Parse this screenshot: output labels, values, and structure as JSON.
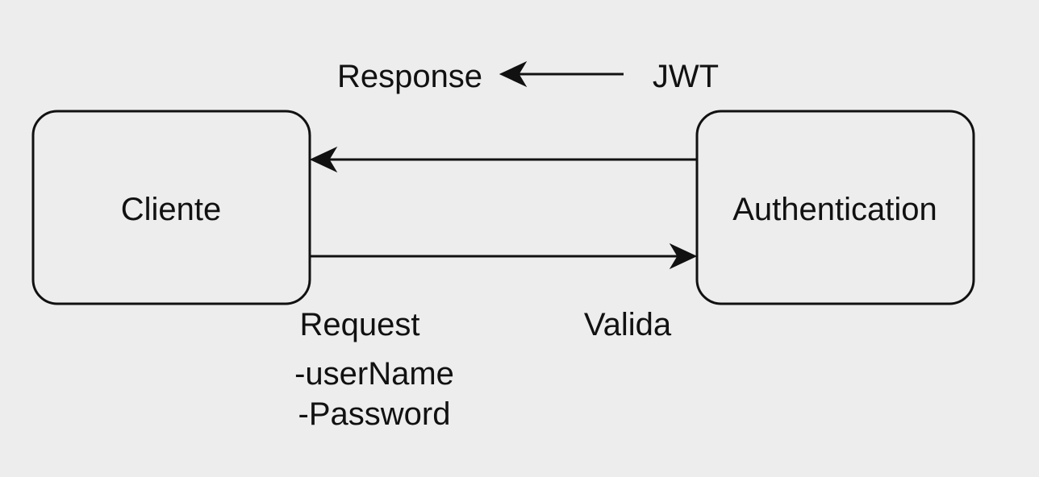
{
  "nodes": {
    "cliente": {
      "label": "Cliente"
    },
    "authentication": {
      "label": "Authentication"
    }
  },
  "edges": {
    "request": {
      "from": "Cliente",
      "to": "Authentication",
      "label": "Request",
      "params": [
        "-userName",
        "-Password"
      ]
    },
    "validation": {
      "label": "Valida"
    },
    "response": {
      "from": "Authentication",
      "to": "Cliente",
      "label": "Response",
      "payload": "JWT"
    }
  },
  "colors": {
    "background": "#ededed",
    "stroke": "#111111",
    "text": "#111111"
  }
}
